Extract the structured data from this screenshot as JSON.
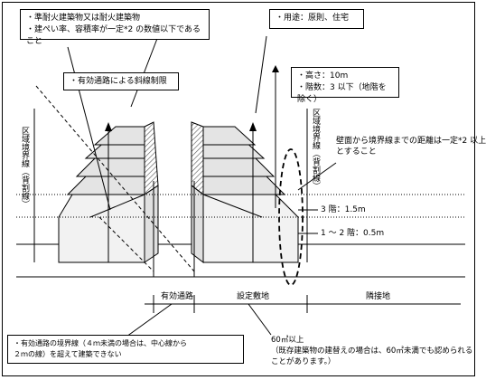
{
  "top_left_box": {
    "line1": "・準耐火建築物又は耐火建築物",
    "line2": "・建ぺい率、容積率が一定*2 の数値以下であること"
  },
  "top_right_box": {
    "line1": "・用途：原則、住宅"
  },
  "slope_note": "・有効通路による斜線制限",
  "height_box": {
    "line1": "・高さ：10m",
    "line2": "・階数：3 以下（地階を除く）"
  },
  "wall_note": {
    "line1": "壁面から境界線までの距離は一定*2 以上",
    "line2": "とすること"
  },
  "setback_3f": "3 階：1.5m",
  "setback_12f": "1 ～ 2 階：0.5m",
  "left_boundary_label": "区域境界線（背割線）",
  "right_boundary_label": "区域境界線（背割線）",
  "dim_labels": {
    "passage": "有効通路",
    "site": "設定敷地",
    "adjacent": "隣接地"
  },
  "bottom_left_box": {
    "line1": "・有効通路の境界線（４ｍ未満の場合は、中心線から",
    "line2": "２ｍの線）を超えて建築できない"
  },
  "bottom_right_text": {
    "line1": "60㎡以上",
    "line2": "（既存建築物の建替えの場合は、60㎡未満でも認められる",
    "line3": "ことがあります。）"
  }
}
